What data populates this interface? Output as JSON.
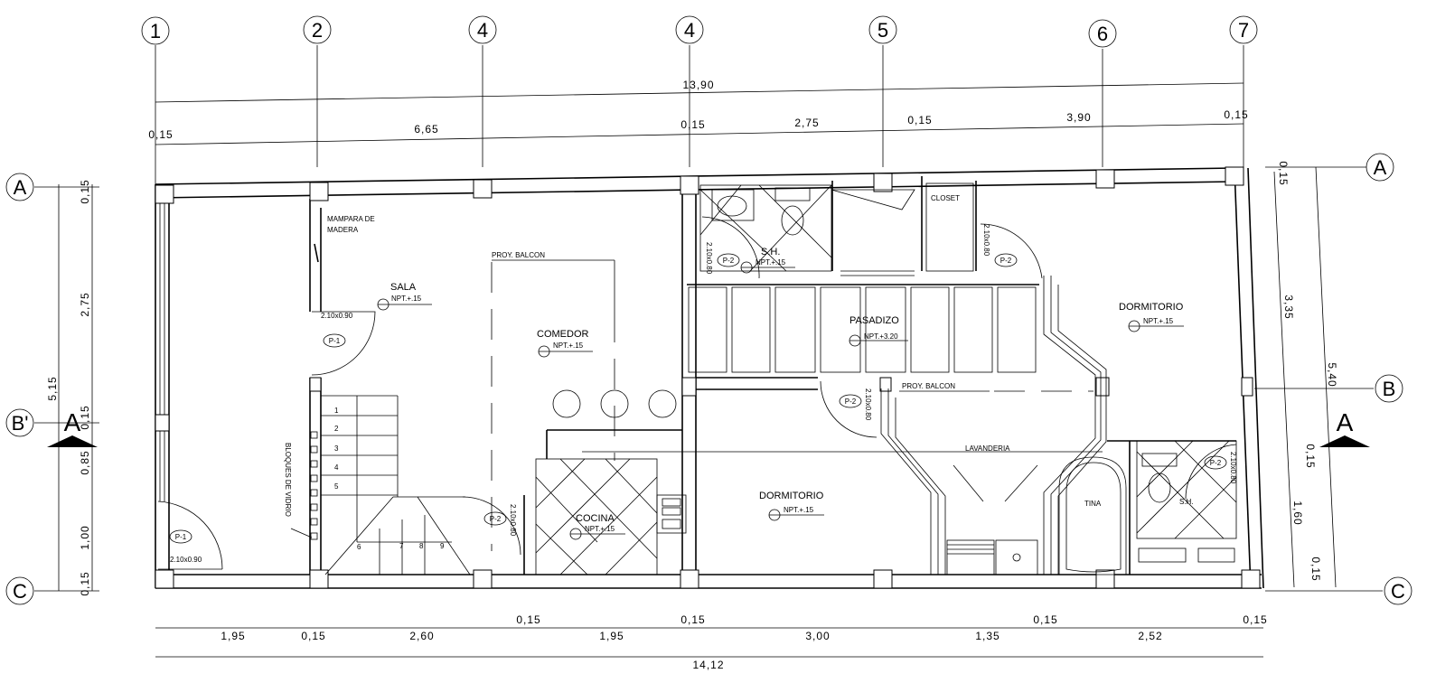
{
  "grid": {
    "columns": [
      "1",
      "2",
      "4",
      "4",
      "5",
      "6",
      "7"
    ],
    "rows_left": [
      "A",
      "B'",
      "C"
    ],
    "rows_right": [
      "A",
      "B",
      "C"
    ]
  },
  "section_marks": {
    "left": "A",
    "right": "A"
  },
  "dims_top": {
    "overall": "13,90",
    "d1": "0,15",
    "d2": "6,65",
    "d3": "0,15",
    "d4": "2,75",
    "d5": "0,15",
    "d6": "3,90",
    "d7": "0,15"
  },
  "dims_bottom": {
    "overall": "14,12",
    "d1": "1,95",
    "d2": "0,15",
    "d3": "2,60",
    "d4": "0,15",
    "d5": "1,95",
    "d6": "0,15",
    "d7": "3,00",
    "d8": "1,35",
    "d9": "0,15",
    "d10": "2,52",
    "d11": "0,15"
  },
  "dims_left": {
    "overall": "5,15",
    "d1": "0,15",
    "d2": "2,75",
    "d3": "0,15",
    "d4": "0,85",
    "d5": "1,00",
    "d6": "0,15"
  },
  "dims_right": {
    "overall": "5,40",
    "d1": "0,15",
    "d2": "3,35",
    "d3": "0,15",
    "d4": "1,60",
    "d5": "0,15"
  },
  "rooms": {
    "sala": {
      "name": "SALA",
      "npt": "NPT.+.15"
    },
    "comedor": {
      "name": "COMEDOR",
      "npt": "NPT.+.15"
    },
    "cocina": {
      "name": "COCINA",
      "npt": "NPT.+.15"
    },
    "sh1": {
      "name": "S.H.",
      "npt": "NPT.+.15"
    },
    "pasadizo": {
      "name": "PASADIZO",
      "npt": "NPT.+3.20"
    },
    "dorm_right": {
      "name": "DORMITORIO",
      "npt": "NPT.+.15"
    },
    "dorm_center": {
      "name": "DORMITORIO",
      "npt": "NPT.+.15"
    },
    "sh2": {
      "name": "S.H."
    }
  },
  "notes": {
    "mampara_1": "MAMPARA DE",
    "mampara_2": "MADERA",
    "proy_balcon_1": "PROY. BALCON",
    "proy_balcon_2": "PROY. BALCON",
    "closet": "CLOSET",
    "lavanderia": "LAVANDERIA",
    "tina": "TINA",
    "bloques": "BLOQUES DE VIDRIO"
  },
  "doors": {
    "p1a": {
      "tag": "P-1",
      "size": "2.10x0.90"
    },
    "p1b": {
      "tag": "P-1",
      "size": "2.10x0.90"
    },
    "p2_cocina": {
      "tag": "P-2",
      "size": "2.10x0.80"
    },
    "p2_sh1": {
      "tag": "P-2",
      "size": "2.10x0.80"
    },
    "p2_dorm": {
      "tag": "P-2",
      "size": "2.10x0.80"
    },
    "p2_center": {
      "tag": "P-2",
      "size": "2.10x0.80"
    },
    "p2_sh2": {
      "tag": "P-2",
      "size": "2.10x0.80"
    }
  },
  "stair_steps": [
    "1",
    "2",
    "3",
    "4",
    "5",
    "6",
    "7",
    "8",
    "9"
  ]
}
